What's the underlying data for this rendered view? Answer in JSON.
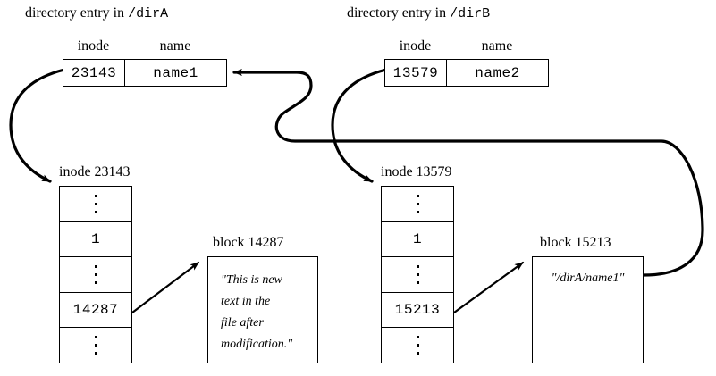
{
  "diagram": {
    "title_left_prefix": "directory entry in",
    "title_left_path": "/dirA",
    "title_right_prefix": "directory entry in",
    "title_right_path": "/dirB",
    "column_headers": {
      "inode": "inode",
      "name": "name"
    },
    "line_color": "#000000",
    "background": "#ffffff"
  },
  "left": {
    "dir_entry": {
      "inode": "23143",
      "name": "name1"
    },
    "inode_title": "inode 23143",
    "inode_rows": [
      {
        "type": "dots",
        "value": ""
      },
      {
        "type": "value",
        "value": "1"
      },
      {
        "type": "dots",
        "value": ""
      },
      {
        "type": "value",
        "value": "14287"
      },
      {
        "type": "dots",
        "value": ""
      }
    ],
    "block_title": "block 14287",
    "block_text": "\"This is new\ntext in the\nfile after\nmodification.\""
  },
  "right": {
    "dir_entry": {
      "inode": "13579",
      "name": "name2"
    },
    "inode_title": "inode 13579",
    "inode_rows": [
      {
        "type": "dots",
        "value": ""
      },
      {
        "type": "value",
        "value": "1"
      },
      {
        "type": "dots",
        "value": ""
      },
      {
        "type": "value",
        "value": "15213"
      },
      {
        "type": "dots",
        "value": ""
      }
    ],
    "block_title": "block 15213",
    "block_text": "\"/dirA/name1\""
  }
}
